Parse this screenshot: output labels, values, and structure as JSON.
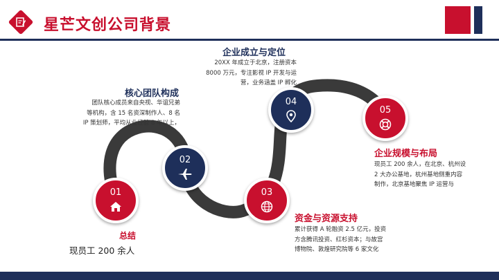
{
  "header": {
    "title": "星芒文创公司背景"
  },
  "milestones": [
    {
      "number": "01",
      "title": "总结",
      "icon": "home-icon",
      "lines": [
        "现员工 200 余人"
      ]
    },
    {
      "number": "02",
      "title": "核心团队构成",
      "icon": "airplane-icon",
      "lines": [
        "团队核心成员来自央视、华谊兄弟",
        "等机构，含 15 名资深制作人、8 名",
        "IP 策划师，平均从业经验 8 年以上，"
      ]
    },
    {
      "number": "03",
      "title": "资金与资源支持",
      "icon": "globe-icon",
      "lines": [
        "累计获得 A 轮融资 2.5 亿元，投资",
        "方含腾讯投资、红杉资本；与故宫",
        "博物院、敦煌研究院等 6 家文化"
      ]
    },
    {
      "number": "04",
      "title": "企业成立与定位",
      "icon": "location-pin-icon",
      "lines": [
        "20XX 年成立于北京，注册资本",
        "8000 万元，专注影视 IP 开发与运",
        "营，业务涵盖 IP 孵化"
      ]
    },
    {
      "number": "05",
      "title": "企业规模与布局",
      "icon": "lifebuoy-icon",
      "lines": [
        "现员工 200 余人，在北京、杭州设",
        "2 大办公基地，杭州基地侧重内容",
        "制作，北京基地聚焦 IP 运营与"
      ]
    }
  ],
  "colors": {
    "red": "#c8102e",
    "navy": "#1e2f5a",
    "road": "#3a3a3a"
  }
}
